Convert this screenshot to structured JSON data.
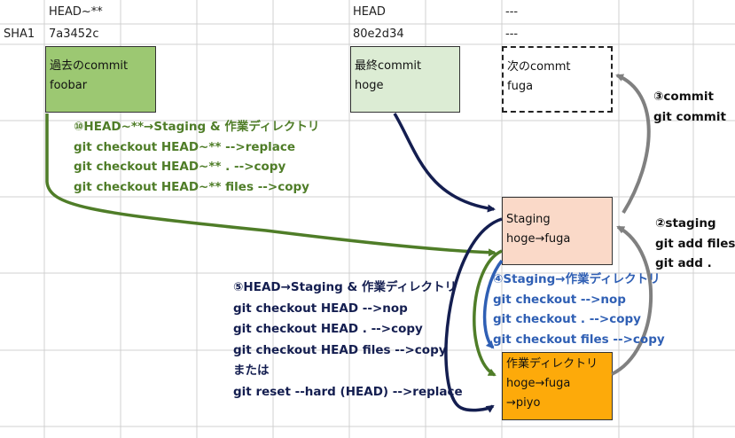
{
  "header_row": {
    "col_past": "HEAD~**",
    "col_head": "HEAD",
    "col_next": "---"
  },
  "sha_row": {
    "label": "SHA1",
    "col_past": "7a3452c",
    "col_head": "80e2d34",
    "col_next": "---"
  },
  "boxes": {
    "past_commit": {
      "title": "過去のcommit",
      "content": "foobar",
      "color": "#9cc872"
    },
    "last_commit": {
      "title": "最終commit",
      "content": "hoge",
      "color": "#dcecd4"
    },
    "next_commit": {
      "title": "次のcommt",
      "content": "fuga",
      "color": "#ffffff"
    },
    "staging": {
      "title": "Staging",
      "content": "hoge→fuga",
      "color": "#fad9c8"
    },
    "working_dir": {
      "title": "作業ディレクトリ",
      "content": "hoge→fuga",
      "extra": "→piyo",
      "color": "#fdaa0a"
    }
  },
  "annotations": {
    "commit": {
      "title": "③commit",
      "cmd": "git commit",
      "color": "#111111"
    },
    "staging": {
      "title": "②staging",
      "cmd1": "git add files",
      "cmd2": "git add .",
      "color": "#111111"
    },
    "past_restore": {
      "title": "⑩HEAD~**→Staging & 作業ディレクトリ",
      "cmds": [
        "git checkout HEAD~**  -->replace",
        "git checkout HEAD~** .  -->copy",
        "git checkout HEAD~** files -->copy"
      ],
      "color": "#4f7d28"
    },
    "head_restore": {
      "title": "⑤HEAD→Staging  & 作業ディレクトリ",
      "cmds": [
        "git checkout HEAD -->nop",
        "git checkout HEAD . -->copy",
        "git checkout HEAD files -->copy"
      ],
      "or": "または",
      "reset": "git reset --hard (HEAD) -->replace",
      "color": "#141e50"
    },
    "stage_restore": {
      "title": "④Staging→作業ディレクトリ",
      "cmds": [
        "git checkout -->nop",
        "git checkout . -->copy",
        "git checkout files  -->copy"
      ],
      "color": "#2f5fb4"
    }
  },
  "arrow_colors": {
    "green": "#4f7d28",
    "navy": "#141e50",
    "blue": "#2f5fb4",
    "gray": "#808080"
  }
}
